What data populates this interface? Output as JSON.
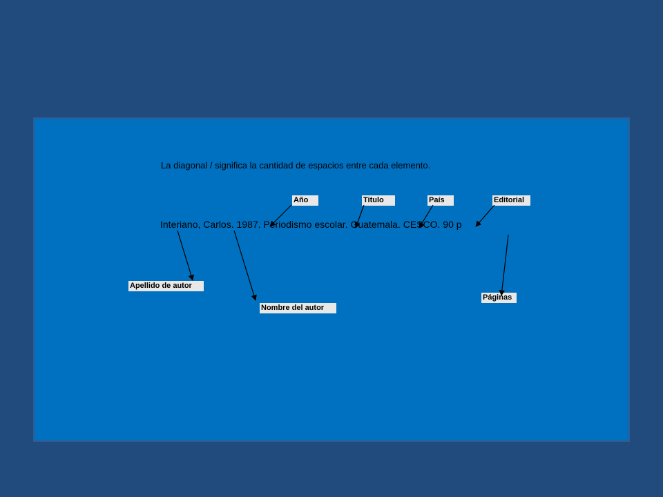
{
  "instruction": "La diagonal / significa la cantidad de espacios entre cada elemento.",
  "citation": "Interiano, Carlos. 1987. Periodismo escolar. Guatemala. CESCO.  90 p",
  "labels": {
    "anio": "Año",
    "titulo": "Titulo",
    "pais": "País",
    "editorial": "Editorial",
    "apellido": "Apellido de autor",
    "nombre": "Nombre del autor",
    "paginas": "Páginas"
  },
  "colors": {
    "background": "#214a7d",
    "panel": "#0071c1",
    "label_bg": "#e8e8e8",
    "text": "#000000"
  }
}
